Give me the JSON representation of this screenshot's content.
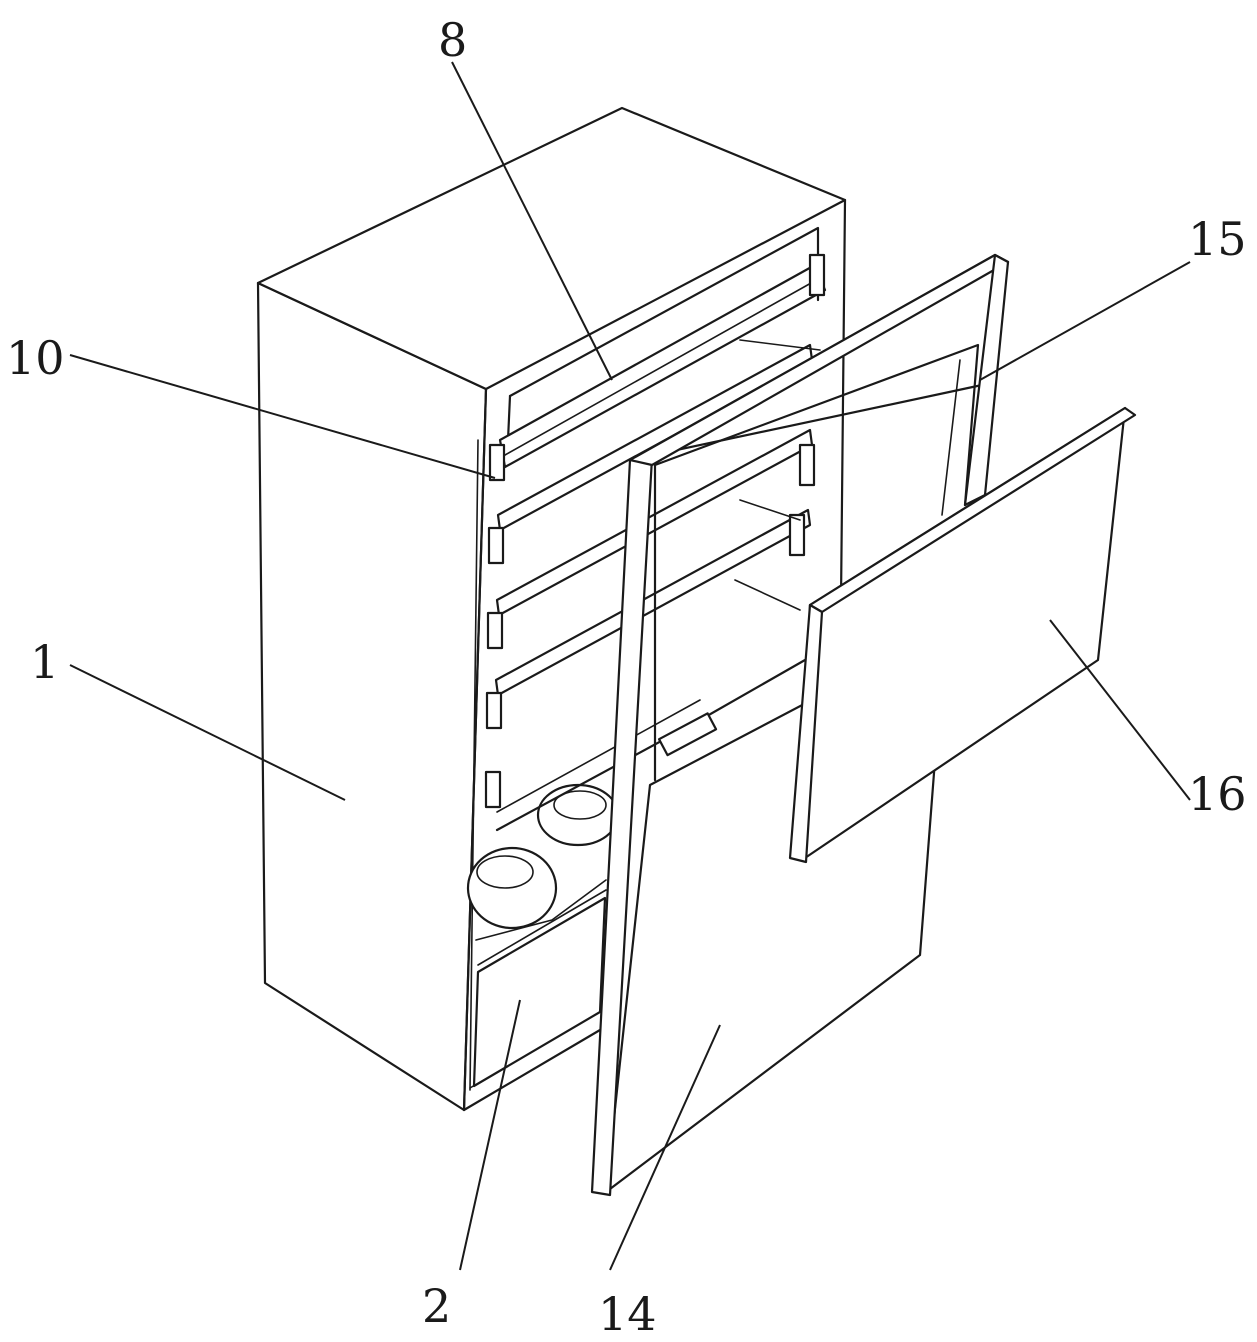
{
  "callouts": [
    {
      "id": "1",
      "label": "1"
    },
    {
      "id": "2",
      "label": "2"
    },
    {
      "id": "8",
      "label": "8"
    },
    {
      "id": "10",
      "label": "10"
    },
    {
      "id": "14",
      "label": "14"
    },
    {
      "id": "15",
      "label": "15"
    },
    {
      "id": "16",
      "label": "16"
    }
  ]
}
